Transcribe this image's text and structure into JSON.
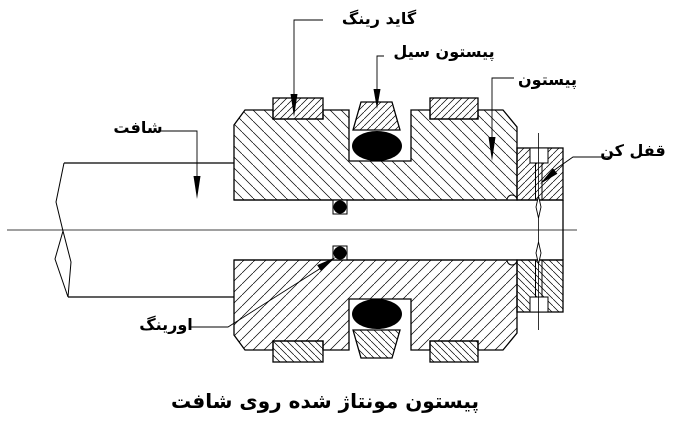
{
  "diagram": {
    "type": "engineering-section-drawing",
    "labels": {
      "guide_ring": "گاید رینگ",
      "piston_seal": "پیستون سیل",
      "piston": "پیستون",
      "shaft": "شافت",
      "lock_nut": "قفل کن",
      "oring": "اورینگ"
    },
    "caption": "پیستون مونتاژ شده روی شافت",
    "colors": {
      "line": "#000000",
      "background": "#ffffff",
      "seal_fill": "#000000"
    }
  }
}
